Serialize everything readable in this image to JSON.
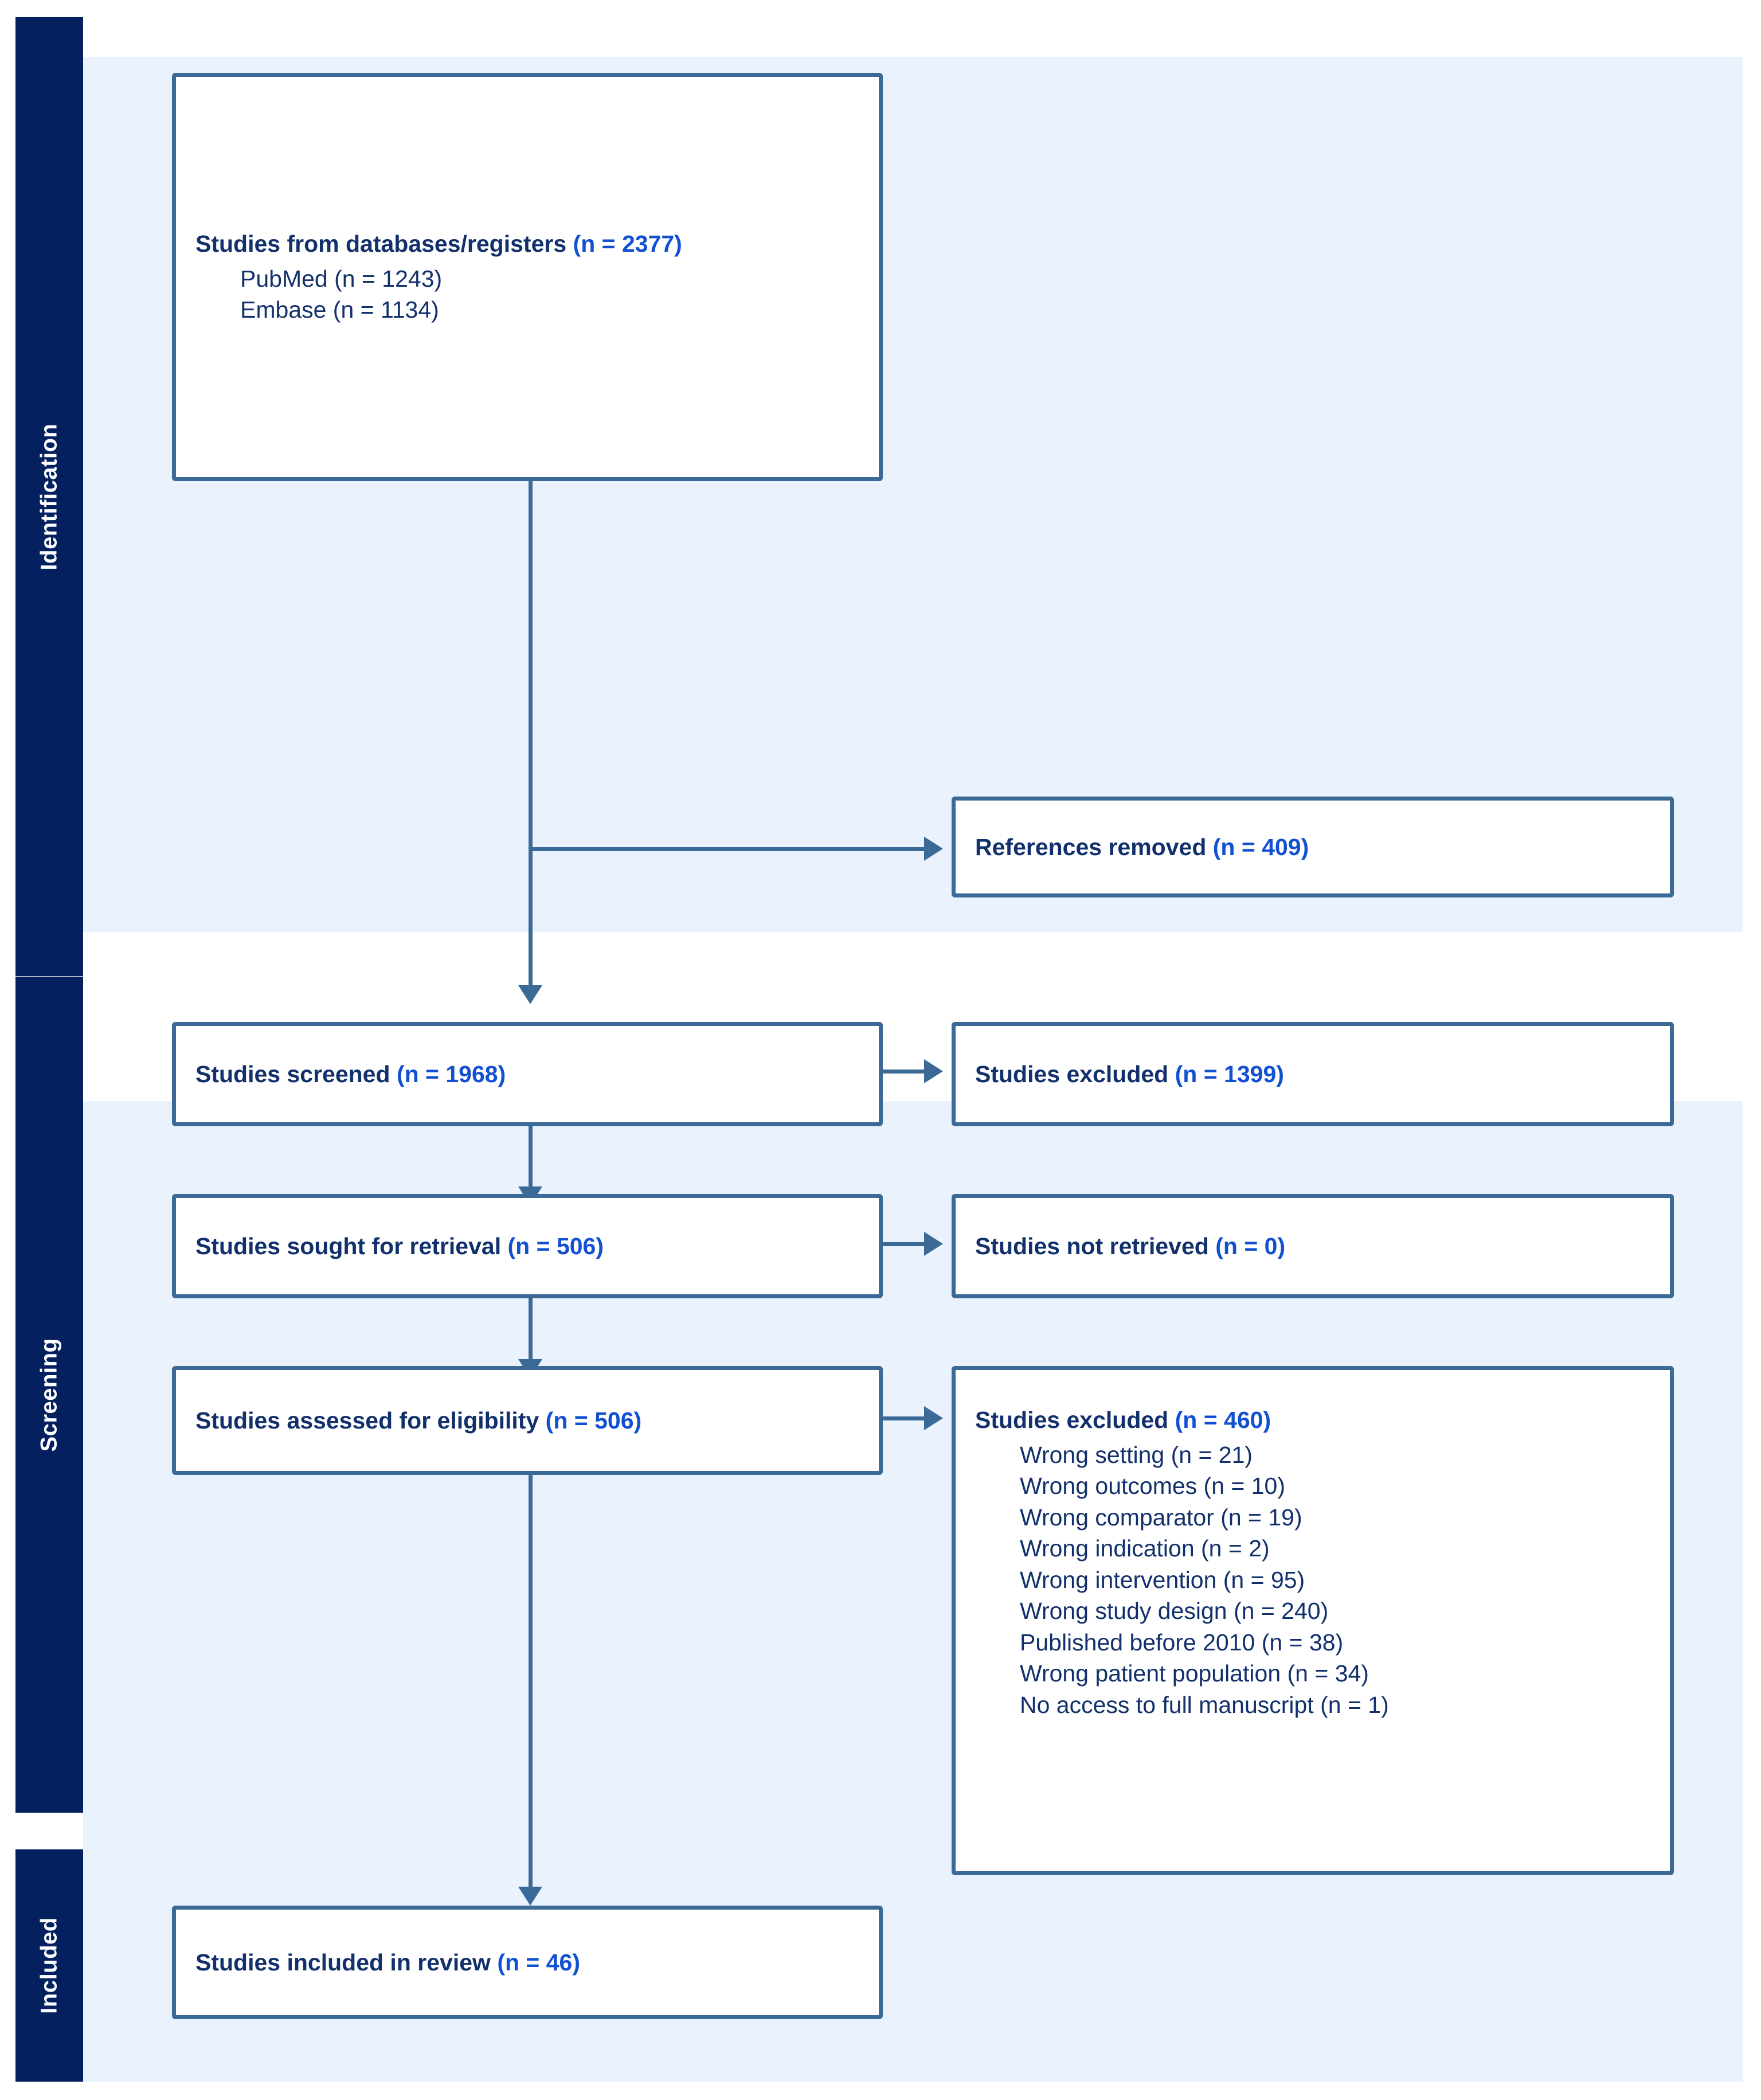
{
  "diagram": {
    "type": "prisma-flow-diagram",
    "colors": {
      "sidebar_navy": "#05205e",
      "panel_blue": "#eaf2fd",
      "box_border": "#3c6a96",
      "label_navy": "#12306b",
      "count_blue": "#1250d2"
    },
    "stages": [
      {
        "id": "identification",
        "label": "Identification"
      },
      {
        "id": "screening",
        "label": "Screening"
      },
      {
        "id": "included",
        "label": "Included"
      }
    ],
    "boxes": {
      "records_identified": {
        "title": "Studies from databases/registers",
        "count": "(n = 2377)",
        "sources": [
          "PubMed (n = 1243)",
          "Embase (n = 1134)"
        ]
      },
      "references_removed": {
        "title": "References removed",
        "count": "(n = 409)"
      },
      "studies_screened": {
        "title": "Studies screened",
        "count": "(n = 1968)"
      },
      "studies_excluded_screening": {
        "title": "Studies excluded",
        "count": "(n = 1399)"
      },
      "studies_sought": {
        "title": "Studies sought for retrieval",
        "count": "(n = 506)"
      },
      "studies_not_retrieved": {
        "title": "Studies not retrieved",
        "count": "(n = 0)"
      },
      "studies_assessed": {
        "title": "Studies assessed for eligibility",
        "count": "(n = 506)"
      },
      "studies_excluded_eligibility": {
        "title": "Studies excluded",
        "count": "(n = 460)",
        "reasons": [
          "Wrong setting (n = 21)",
          "Wrong outcomes (n = 10)",
          "Wrong comparator (n = 19)",
          "Wrong indication (n = 2)",
          "Wrong intervention (n = 95)",
          "Wrong study design (n = 240)",
          "Published before 2010 (n = 38)",
          "Wrong patient population (n = 34)",
          "No access to full manuscript (n = 1)"
        ]
      },
      "studies_included": {
        "title": "Studies included in review",
        "count": "(n = 46)"
      }
    }
  }
}
